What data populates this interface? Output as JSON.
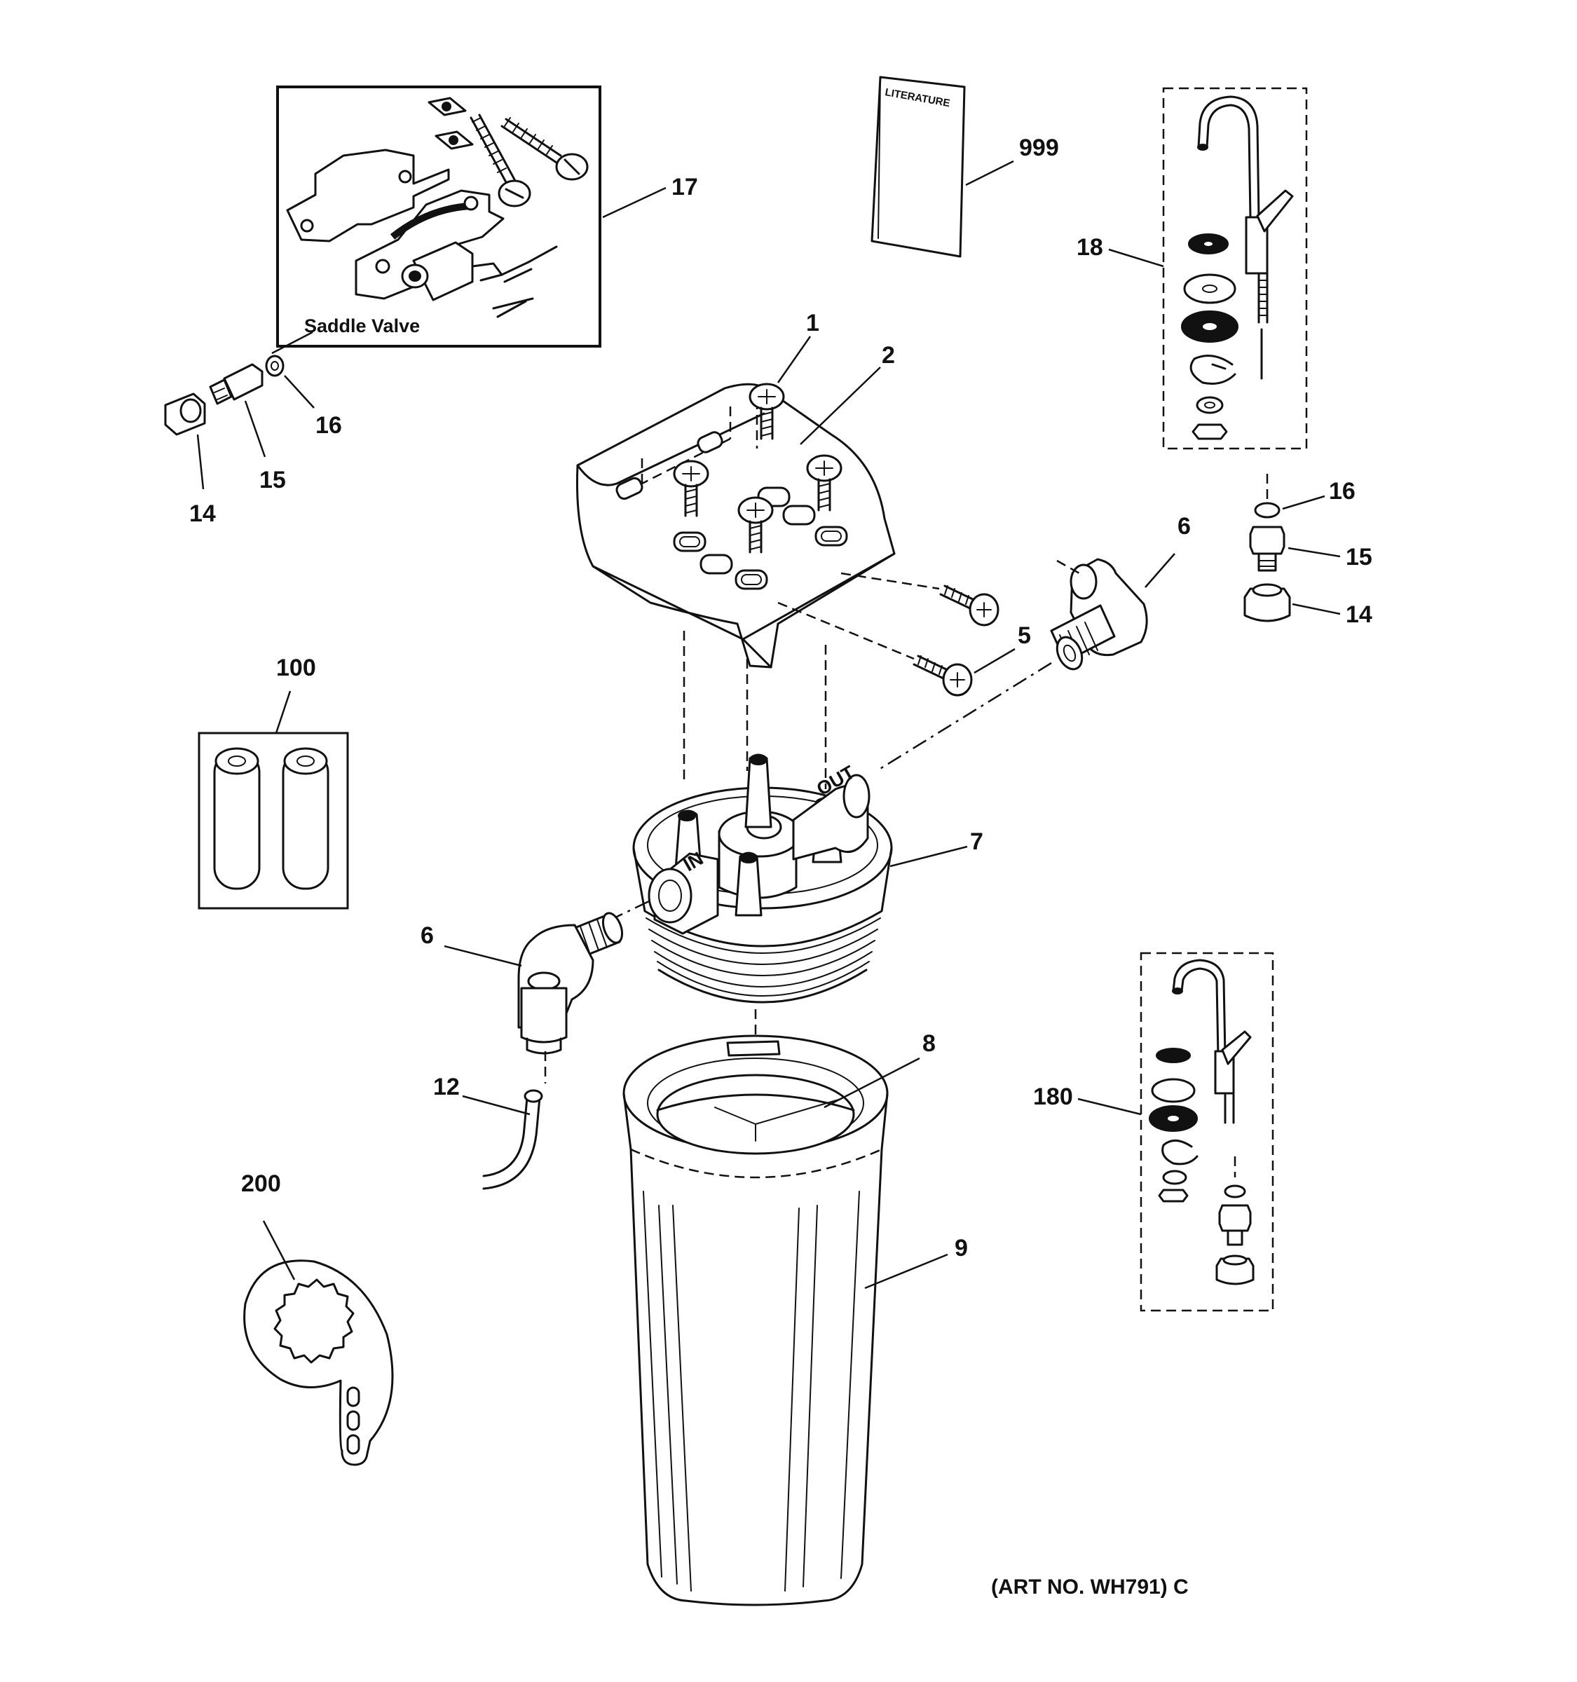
{
  "callouts": {
    "c1": "1",
    "c2": "2",
    "c5": "5",
    "c6_right": "6",
    "c6_left": "6",
    "c7": "7",
    "c8": "8",
    "c9": "9",
    "c12": "12",
    "c14_left": "14",
    "c15_left": "15",
    "c16_left": "16",
    "c14_right": "14",
    "c15_right": "15",
    "c16_right": "16",
    "c17": "17",
    "c18": "18",
    "c100": "100",
    "c180": "180",
    "c200": "200",
    "c999": "999"
  },
  "labels": {
    "saddle_valve": "Saddle Valve",
    "literature": "LITERATURE",
    "in_port": "IN",
    "out_port": "OUT",
    "art_no": "(ART NO. WH791) C"
  }
}
